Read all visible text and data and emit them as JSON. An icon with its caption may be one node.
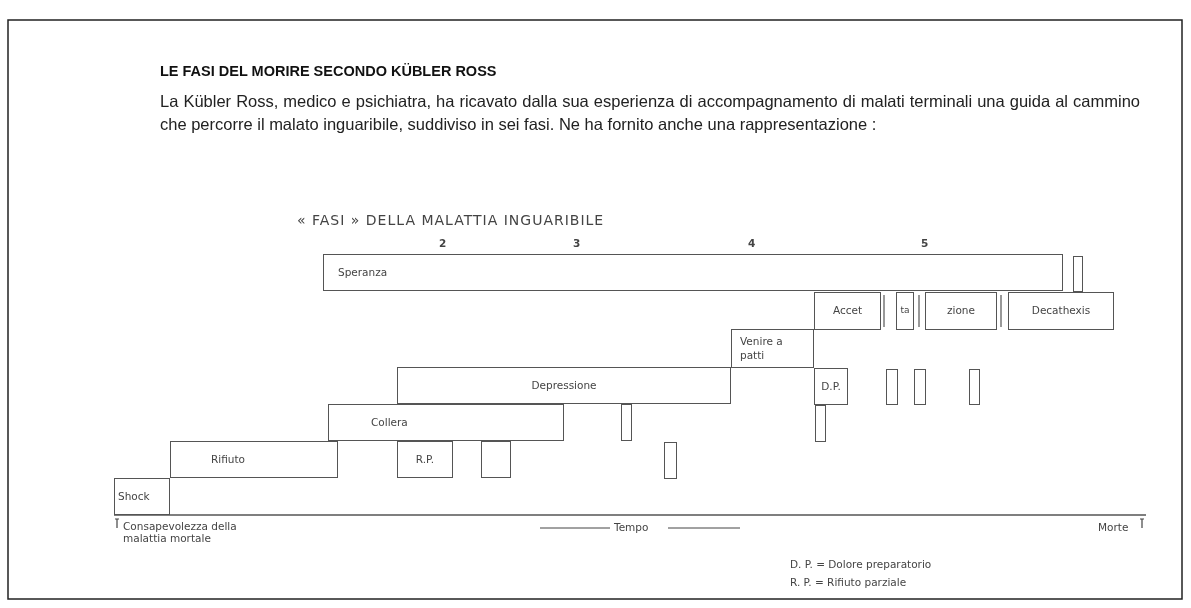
{
  "diagram": {
    "title": "LE FASI DEL MORIRE SECONDO KÜBLER ROSS",
    "nodes": [
      {
        "text": [
          "Speranza"
        ]
      },
      {
        "text": [],
        "shape": "bar"
      },
      {
        "text": [
          "Accet"
        ]
      },
      {
        "text": [
          "ta"
        ]
      },
      {
        "text": [
          "zione"
        ]
      },
      {
        "text": [
          "Decathexis"
        ]
      },
      {
        "text": [
          "Venire a patti"
        ]
      },
      {
        "text": [
          "Depressione"
        ]
      },
      {
        "text": [
          "D.P."
        ]
      },
      {
        "text": [],
        "shape": "bar"
      },
      {
        "text": [],
        "shape": "bar"
      },
      {
        "text": [],
        "shape": "bar"
      },
      {
        "text": [
          "Collera"
        ]
      },
      {
        "text": [],
        "shape": "bar"
      },
      {
        "text": [],
        "shape": "bar"
      },
      {
        "text": [
          "Rifiuto"
        ]
      },
      {
        "text": [
          "R.P."
        ]
      },
      {
        "text": [],
        "shape": "bar"
      },
      {
        "text": [],
        "shape": "bar"
      },
      {
        "text": [
          "Shock"
        ]
      }
    ],
    "labels": [
      "La Kübler Ross, medico e psichiatra, ha ricavato dalla sua esperienza di accompagnamento di malati terminali una guida al cammino che percorre il malato inguaribile, suddiviso in sei fasi. Ne ha fornito anche una rappresentazione :",
      "« FASI » DELLA MALATTIA INGUARIBILE",
      "2",
      "3",
      "4",
      "5",
      "Consapevolezza della malattia mortale",
      "Tempo",
      "Morte",
      "D. P. = Dolore preparatorio",
      "R. P. = Rifiuto parziale"
    ]
  }
}
